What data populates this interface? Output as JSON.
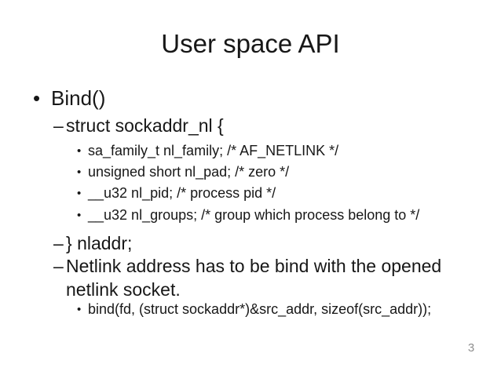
{
  "slide": {
    "title": "User space API",
    "page_number": "3",
    "colors": {
      "background": "#ffffff",
      "text": "#171717",
      "page_number": "#8e8e8e"
    },
    "bullets": [
      {
        "level": 1,
        "marker": "•",
        "text": "Bind()"
      },
      {
        "level": 2,
        "marker": "–",
        "text": "struct sockaddr_nl {"
      },
      {
        "level": 3,
        "marker": "•",
        "text": "sa_family_t nl_family; /* AF_NETLINK */"
      },
      {
        "level": 3,
        "marker": "•",
        "text": "unsigned short nl_pad; /* zero */"
      },
      {
        "level": 3,
        "marker": "•",
        "text": "__u32 nl_pid; /* process pid */"
      },
      {
        "level": 3,
        "marker": "•",
        "text": "__u32 nl_groups; /* group which process belong to */"
      },
      {
        "level": 2,
        "marker": "–",
        "text": "} nladdr;"
      },
      {
        "level": 2,
        "marker": "–",
        "text": "Netlink address has to be bind with the opened netlink socket."
      },
      {
        "level": 3,
        "marker": "•",
        "text": "bind(fd, (struct sockaddr*)&src_addr, sizeof(src_addr));"
      }
    ]
  }
}
